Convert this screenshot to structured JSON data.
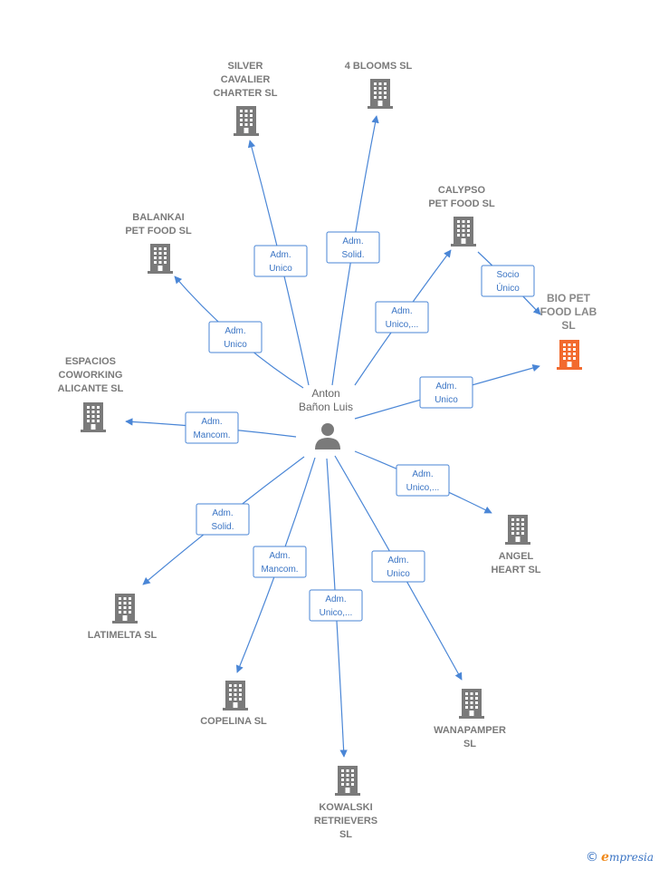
{
  "person": {
    "lines": [
      "Anton",
      "Bañon Luis"
    ]
  },
  "companies": [
    {
      "id": "silver",
      "lines": [
        "SILVER",
        "CAVALIER",
        "CHARTER  SL"
      ],
      "color": "#7a7a7a"
    },
    {
      "id": "blooms",
      "lines": [
        "4 BLOOMS SL"
      ],
      "color": "#7a7a7a"
    },
    {
      "id": "calypso",
      "lines": [
        "CALYPSO",
        "PET FOOD  SL"
      ],
      "color": "#7a7a7a"
    },
    {
      "id": "bio",
      "lines": [
        "BIO PET",
        "FOOD LAB",
        "SL"
      ],
      "color": "#f26a2e",
      "main": true
    },
    {
      "id": "balankai",
      "lines": [
        "BALANKAI",
        "PET FOOD  SL"
      ],
      "color": "#7a7a7a"
    },
    {
      "id": "espacios",
      "lines": [
        "ESPACIOS",
        "COWORKING",
        "ALICANTE  SL"
      ],
      "color": "#7a7a7a"
    },
    {
      "id": "angel",
      "lines": [
        "ANGEL",
        "HEART SL"
      ],
      "color": "#7a7a7a"
    },
    {
      "id": "latimelta",
      "lines": [
        "LATIMELTA  SL"
      ],
      "color": "#7a7a7a"
    },
    {
      "id": "copelina",
      "lines": [
        "COPELINA  SL"
      ],
      "color": "#7a7a7a"
    },
    {
      "id": "kowalski",
      "lines": [
        "KOWALSKI",
        "RETRIEVERS",
        "SL"
      ],
      "color": "#7a7a7a"
    },
    {
      "id": "wanapamper",
      "lines": [
        "WANAPAMPER",
        "SL"
      ],
      "color": "#7a7a7a"
    }
  ],
  "relations": [
    {
      "id": "r-silver",
      "lines": [
        "Adm.",
        "Unico"
      ]
    },
    {
      "id": "r-blooms",
      "lines": [
        "Adm.",
        "Solid."
      ]
    },
    {
      "id": "r-calypso",
      "lines": [
        "Adm.",
        "Unico,..."
      ]
    },
    {
      "id": "r-bio",
      "lines": [
        "Adm.",
        "Unico"
      ]
    },
    {
      "id": "r-calypso-bio",
      "lines": [
        "Socio",
        "Único"
      ]
    },
    {
      "id": "r-balankai",
      "lines": [
        "Adm.",
        "Unico"
      ]
    },
    {
      "id": "r-espacios",
      "lines": [
        "Adm.",
        "Mancom."
      ]
    },
    {
      "id": "r-angel",
      "lines": [
        "Adm.",
        "Unico,..."
      ]
    },
    {
      "id": "r-latimelta",
      "lines": [
        "Adm.",
        "Solid."
      ]
    },
    {
      "id": "r-copelina",
      "lines": [
        "Adm.",
        "Mancom."
      ]
    },
    {
      "id": "r-kowalski",
      "lines": [
        "Adm.",
        "Unico,..."
      ]
    },
    {
      "id": "r-wanapamper",
      "lines": [
        "Adm.",
        "Unico"
      ]
    }
  ],
  "brand": {
    "copyright": "©",
    "initial": "e",
    "rest": "mpresia"
  }
}
